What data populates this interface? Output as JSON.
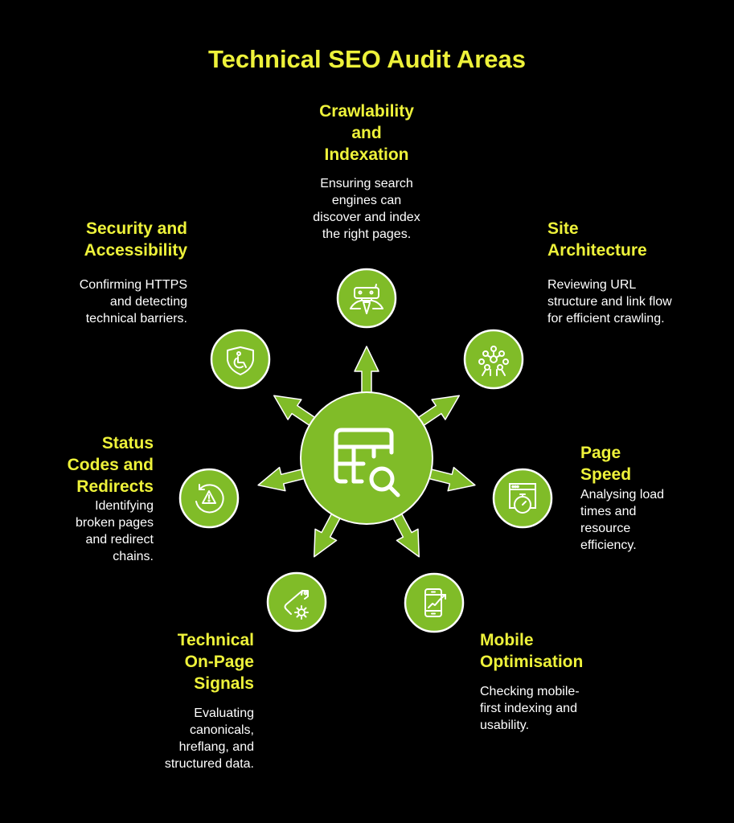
{
  "title": "Technical SEO Audit Areas",
  "colors": {
    "background": "#000000",
    "accent": "#eef23a",
    "node_fill": "#80bc28",
    "node_stroke": "#ffffff",
    "text": "#ffffff"
  },
  "center": {
    "icon": "table-search-icon"
  },
  "areas": [
    {
      "heading": "Crawlability and Indexation",
      "heading_lines": [
        "Crawlability",
        "and",
        "Indexation"
      ],
      "desc_lines": [
        "Ensuring search",
        "engines can",
        "discover and index",
        "the right pages."
      ],
      "icon": "robot-crawler-icon"
    },
    {
      "heading": "Site Architecture",
      "heading_lines": [
        "Site",
        "Architecture"
      ],
      "desc_lines": [
        "Reviewing URL",
        "structure and link flow",
        "for efficient crawling."
      ],
      "icon": "atomium-structure-icon"
    },
    {
      "heading": "Page Speed",
      "heading_lines": [
        "Page",
        "Speed"
      ],
      "desc_lines": [
        "Analysing load",
        "times and",
        "resource",
        "efficiency."
      ],
      "icon": "browser-stopwatch-icon"
    },
    {
      "heading": "Mobile Optimisation",
      "heading_lines": [
        "Mobile",
        "Optimisation"
      ],
      "desc_lines": [
        "Checking mobile-",
        "first indexing and",
        "usability."
      ],
      "icon": "mobile-growth-icon"
    },
    {
      "heading": "Technical On-Page Signals",
      "heading_lines": [
        "Technical",
        "On-Page",
        "Signals"
      ],
      "desc_lines": [
        "Evaluating",
        "canonicals,",
        "hreflang, and",
        "structured data."
      ],
      "icon": "tag-gear-icon"
    },
    {
      "heading": "Status Codes and Redirects",
      "heading_lines": [
        "Status",
        "Codes and",
        "Redirects"
      ],
      "desc_lines": [
        "Identifying",
        "broken pages",
        "and redirect",
        "chains."
      ],
      "icon": "redirect-warning-icon"
    },
    {
      "heading": "Security and Accessibility",
      "heading_lines": [
        "Security and",
        "Accessibility"
      ],
      "desc_lines": [
        "Confirming HTTPS",
        "and detecting",
        "technical barriers."
      ],
      "icon": "shield-accessibility-icon"
    }
  ]
}
